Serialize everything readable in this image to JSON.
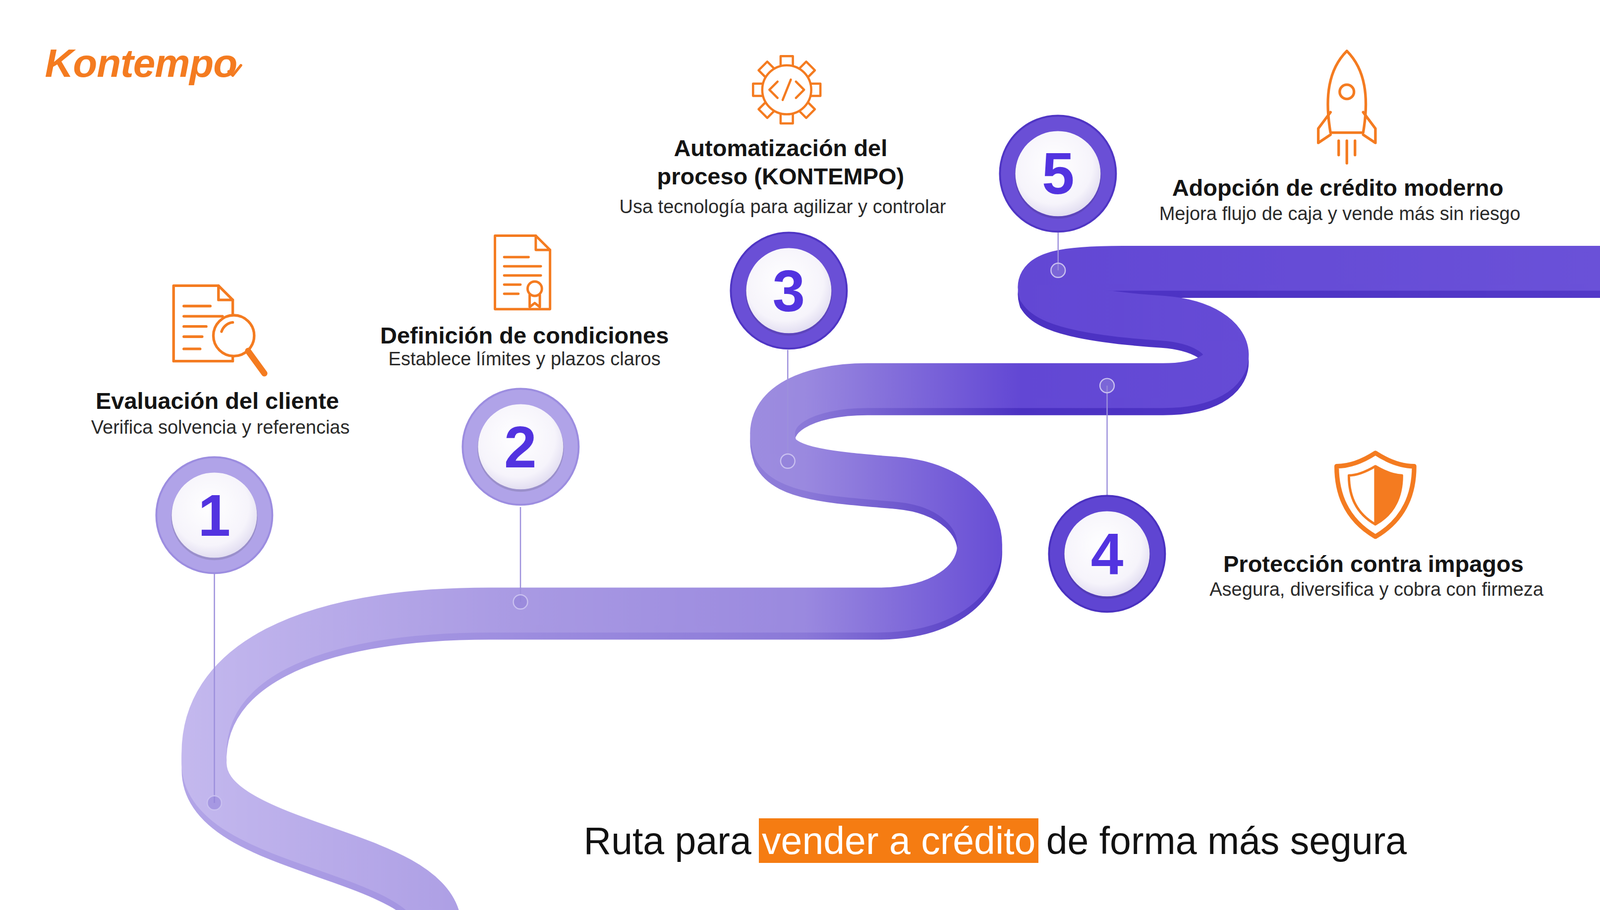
{
  "diagram": {
    "title": "Ruta para vender a crédito de forma más segura",
    "nodes": [
      {
        "text": [
          "1",
          "Evaluación del cliente",
          "Verifica solvencia y referencias"
        ]
      },
      {
        "text": [
          "2",
          "Definición de condiciones",
          "Establece límites y plazos claros"
        ]
      },
      {
        "text": [
          "3",
          "Automatización del proceso (KONTEMPO)",
          "Usa tecnología para agilizar y controlar"
        ]
      },
      {
        "text": [
          "4",
          "Protección contra impagos",
          "Asegura, diversifica y cobra con firmeza"
        ]
      },
      {
        "text": [
          "5",
          "Adopción de crédito moderno",
          "Mejora flujo de caja y vende más sin riesgo"
        ]
      }
    ],
    "labels": [
      "Kontempo"
    ]
  }
}
